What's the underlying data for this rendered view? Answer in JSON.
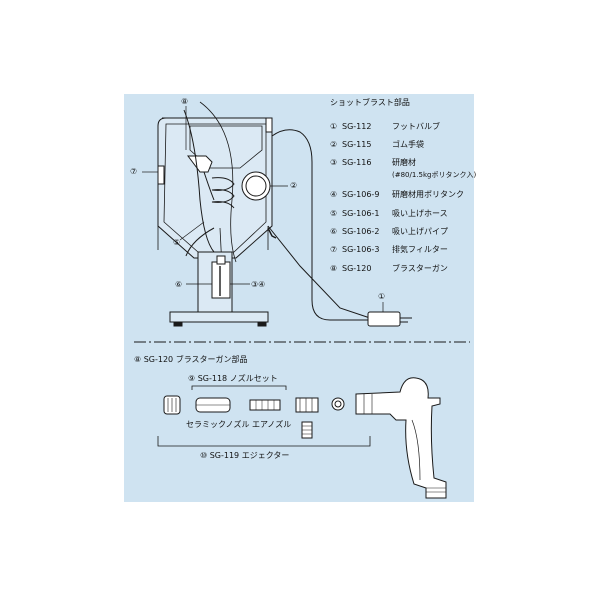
{
  "top": {
    "parts_heading": "ショットブラスト部品",
    "parts": [
      {
        "num": "①",
        "code": "SG-112",
        "name": "フットバルブ"
      },
      {
        "num": "②",
        "code": "SG-115",
        "name": "ゴム手袋"
      },
      {
        "num": "③",
        "code": "SG-116",
        "name": "研磨材",
        "note": "(#80/1.5kgポリタンク入)"
      },
      {
        "num": "④",
        "code": "SG-106-9",
        "name": "研磨材用ポリタンク"
      },
      {
        "num": "⑤",
        "code": "SG-106-1",
        "name": "吸い上げホース"
      },
      {
        "num": "⑥",
        "code": "SG-106-2",
        "name": "吸い上げパイプ"
      },
      {
        "num": "⑦",
        "code": "SG-106-3",
        "name": "排気フィルター"
      },
      {
        "num": "⑧",
        "code": "SG-120",
        "name": "ブラスターガン"
      }
    ],
    "callouts": {
      "c8": "⑧",
      "c7": "⑦",
      "c2": "②",
      "c5": "⑤",
      "c6": "⑥",
      "c34": "③④",
      "c1": "①"
    }
  },
  "bottom": {
    "heading": "⑧ SG-120 ブラスターガン部品",
    "nozzle_set": "⑨ SG-118 ノズルセット",
    "ceramic_nozzle": "セラミックノズル",
    "air_nozzle": "エアノズル",
    "ejector": "⑩ SG-119 エジェクター"
  },
  "colors": {
    "background": "#cfe3f1",
    "line": "#1a1a1a",
    "part_fill": "#ffffff"
  }
}
